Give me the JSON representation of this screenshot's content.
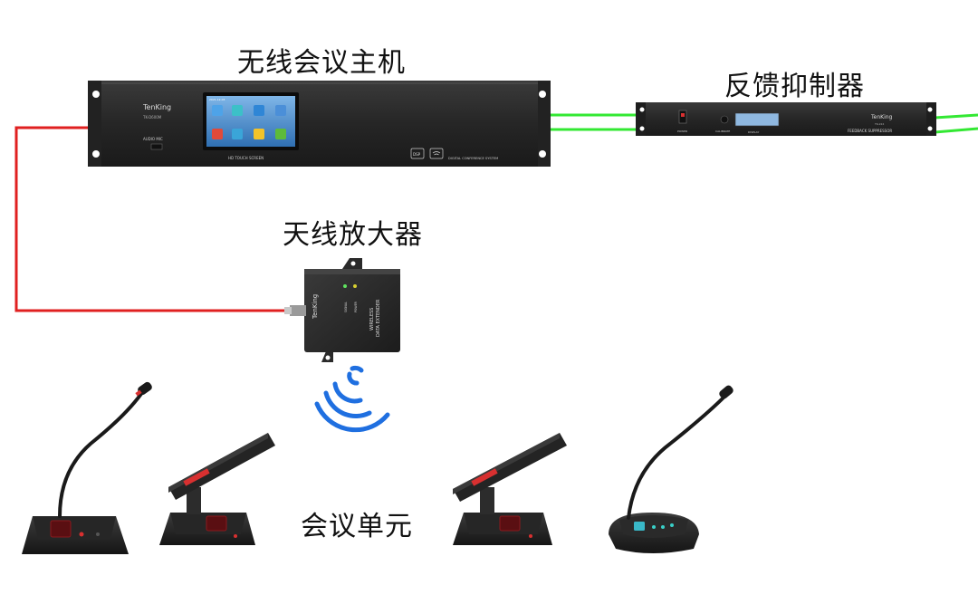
{
  "labels": {
    "host": "无线会议主机",
    "feedback_suppressor": "反馈抑制器",
    "antenna_amplifier": "天线放大器",
    "conference_unit": "会议单元"
  },
  "host_device": {
    "brand": "TenKing",
    "model": "TK-D600M",
    "audio_label": "AUDIO MIC",
    "screen_caption": "HD TOUCH SCREEN",
    "dsp_label": "DSP",
    "system_label": "DIGITAL CONFERENCE SYSTEM",
    "screen_header": "2021-12-03"
  },
  "feedback_device": {
    "brand": "TenKing",
    "model": "TK-224",
    "power_label": "POWER",
    "calibrate_label": "CALIBRATE",
    "display_label": "DISPLAY",
    "name_label": "FEEDBACK SUPPRESSOR"
  },
  "amplifier_device": {
    "brand": "TenKing",
    "signal_label": "SIGNAL",
    "power_label": "POWER",
    "title_line1": "WIRELESS",
    "title_line2": "DATA EXTENDER"
  },
  "colors": {
    "red_cable": "#e02020",
    "green_cable": "#33e833",
    "wifi_blue": "#1f6fe0",
    "device_body": "#2a2a2a"
  }
}
